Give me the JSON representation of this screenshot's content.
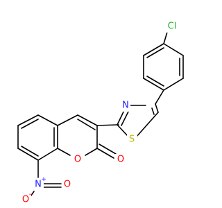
{
  "molecule": {
    "atoms": {
      "chlorine": {
        "label": "Cl",
        "color": "#1fb51f"
      },
      "thiazole_nitrogen": {
        "label": "N",
        "color": "#2020ff"
      },
      "thiazole_sulfur": {
        "label": "S",
        "color": "#b8b800"
      },
      "ring_oxygen": {
        "label": "O",
        "color": "#ff0000"
      },
      "carbonyl_oxygen": {
        "label": "O",
        "color": "#ff0000"
      },
      "nitro_nitrogen": {
        "label": "N",
        "color": "#2020ff",
        "charge": "+"
      },
      "nitro_oxygen_top": {
        "label": "O",
        "color": "#ff0000"
      },
      "nitro_oxygen_bottom": {
        "label": "O",
        "color": "#ff0000",
        "charge": "−"
      }
    }
  }
}
